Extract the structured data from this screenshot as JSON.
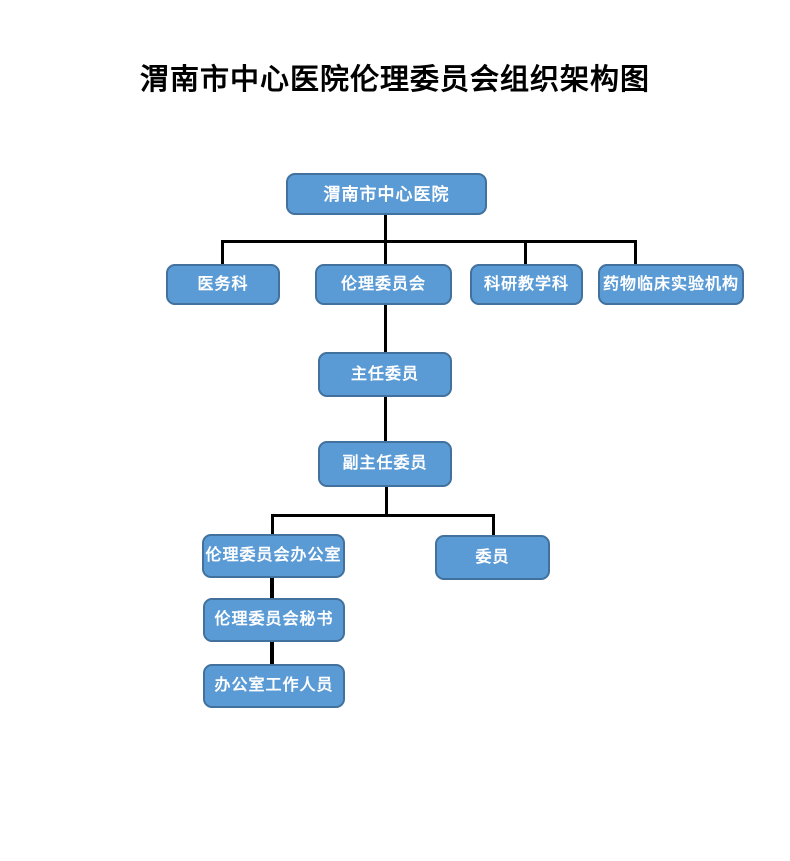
{
  "page": {
    "title": "渭南市中心医院伦理委员会组织架构图",
    "background": "#ffffff"
  },
  "style": {
    "node_fill": "#5b9bd5",
    "node_border": "#41719c",
    "node_text_color": "#ffffff",
    "connector_color": "#000000",
    "page_bg": "#ffffff"
  },
  "org_chart": {
    "type": "org-tree",
    "nodes": [
      {
        "id": "hospital",
        "label": "渭南市中心医院",
        "level": 1
      },
      {
        "id": "medical-affairs",
        "label": "医务科",
        "level": 2
      },
      {
        "id": "ethics-committee",
        "label": "伦理委员会",
        "level": 2
      },
      {
        "id": "research-teaching",
        "label": "科研教学科",
        "level": 2
      },
      {
        "id": "drug-trial",
        "label": "药物临床实验机构",
        "level": 2
      },
      {
        "id": "chairman",
        "label": "主任委员",
        "level": 3
      },
      {
        "id": "vice-chairman",
        "label": "副主任委员",
        "level": 4
      },
      {
        "id": "ethics-office",
        "label": "伦理委员会办公室",
        "level": 5
      },
      {
        "id": "members",
        "label": "委员",
        "level": 5
      },
      {
        "id": "secretary",
        "label": "伦理委员会秘书",
        "level": 6
      },
      {
        "id": "office-staff",
        "label": "办公室工作人员",
        "level": 7
      }
    ],
    "edges": [
      {
        "from": "hospital",
        "to": "medical-affairs"
      },
      {
        "from": "hospital",
        "to": "ethics-committee"
      },
      {
        "from": "hospital",
        "to": "research-teaching"
      },
      {
        "from": "hospital",
        "to": "drug-trial"
      },
      {
        "from": "ethics-committee",
        "to": "chairman"
      },
      {
        "from": "chairman",
        "to": "vice-chairman"
      },
      {
        "from": "vice-chairman",
        "to": "ethics-office"
      },
      {
        "from": "vice-chairman",
        "to": "members"
      },
      {
        "from": "ethics-office",
        "to": "secretary"
      },
      {
        "from": "secretary",
        "to": "office-staff"
      }
    ]
  }
}
